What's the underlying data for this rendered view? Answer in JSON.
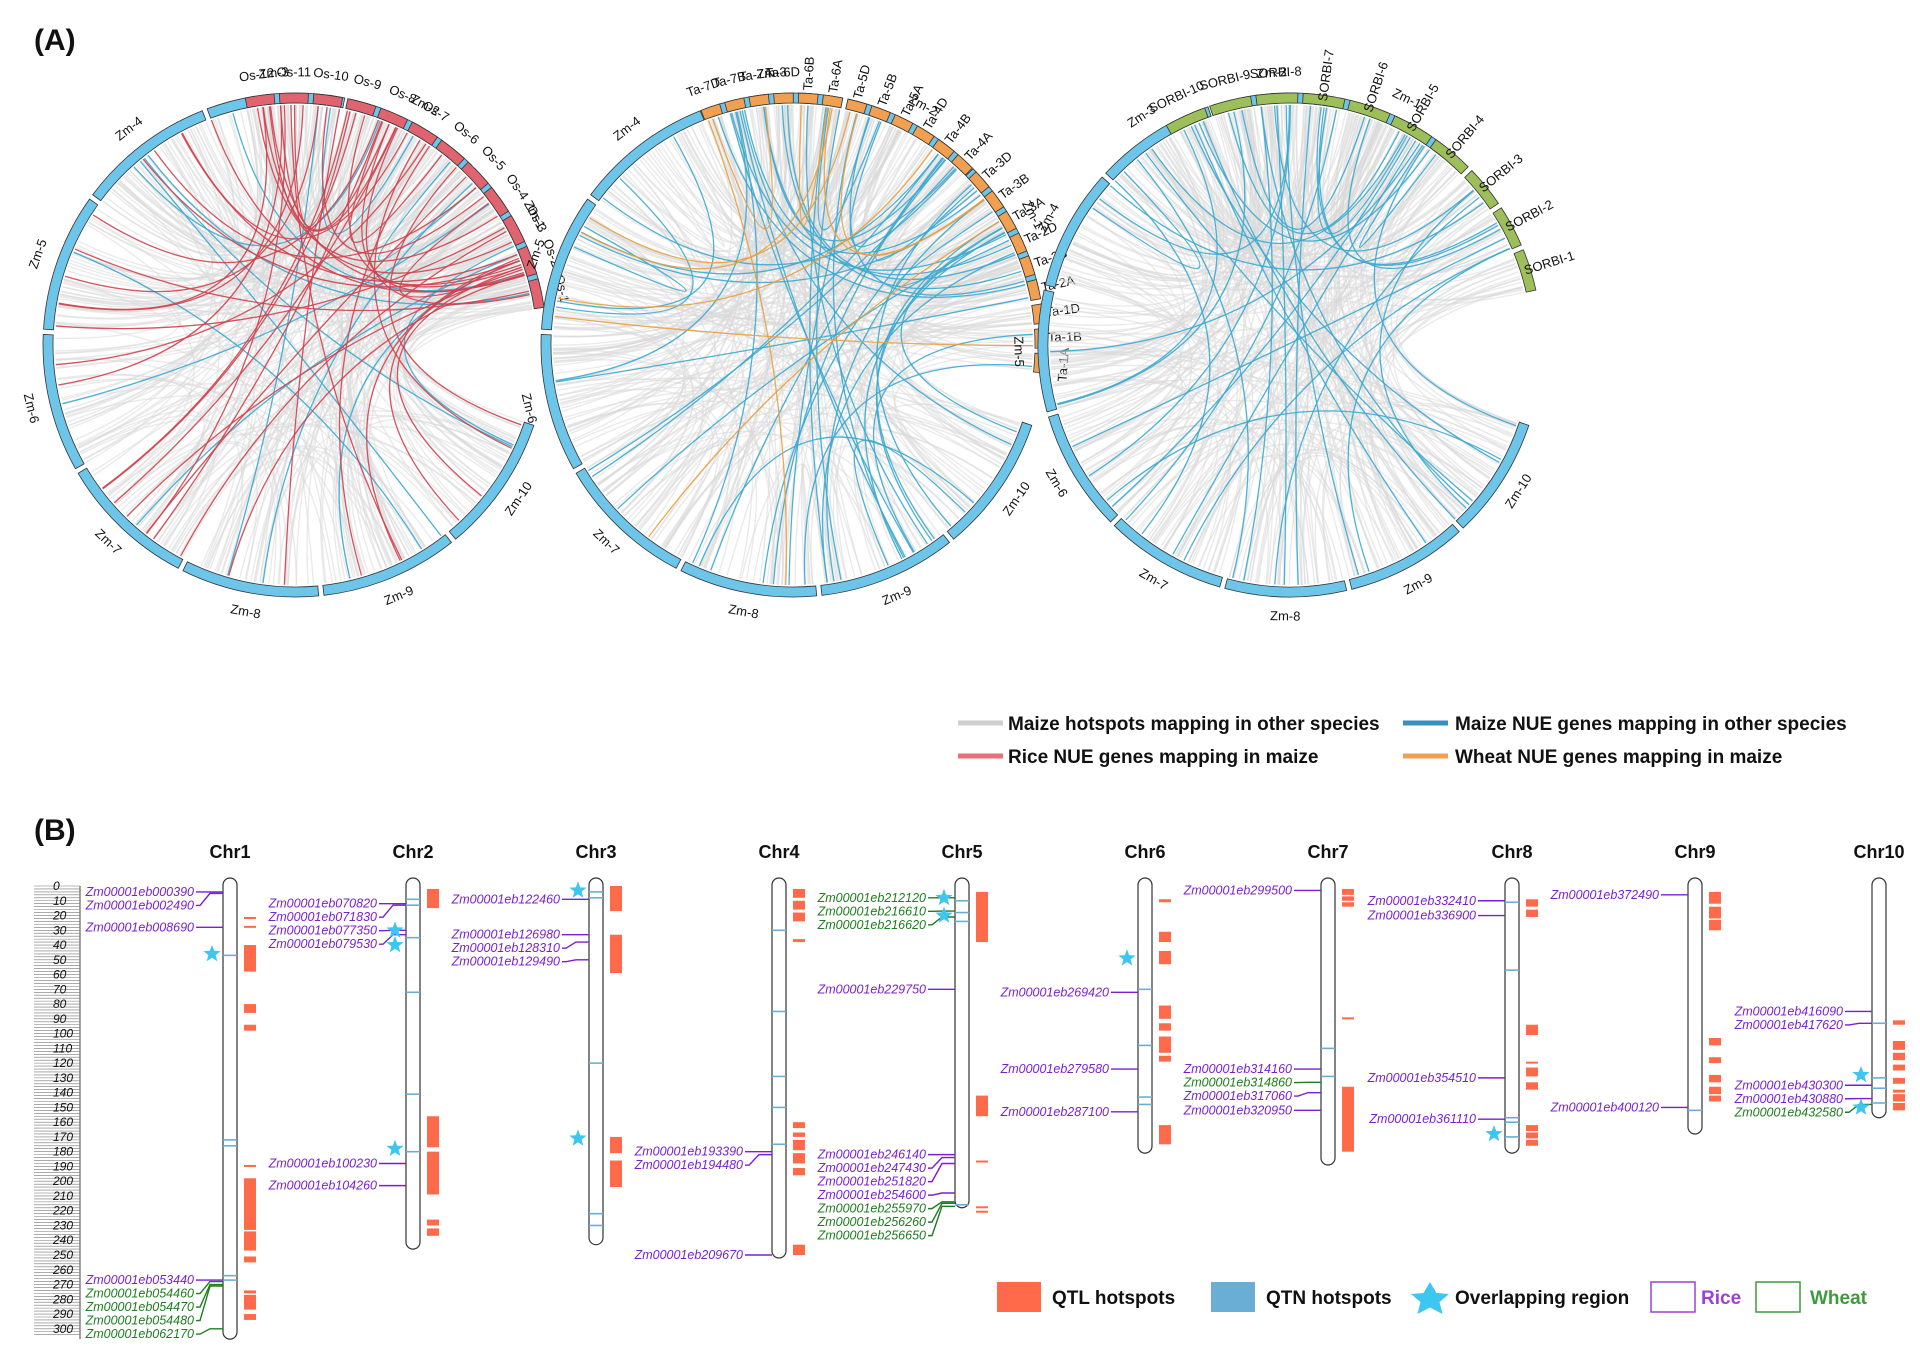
{
  "panel_a": {
    "label": "(A)",
    "circos": [
      {
        "id": "rice",
        "maize_chromosomes": [
          "Zm-1",
          "Zm-2",
          "Zm-3",
          "Zm-4",
          "Zm-5",
          "Zm-6",
          "Zm-7",
          "Zm-8",
          "Zm-9",
          "Zm-10"
        ],
        "other_chromosomes": [
          "Os-1",
          "Os-2",
          "Os-3",
          "Os-4",
          "Os-5",
          "Os-6",
          "Os-7",
          "Os-8",
          "Os-9",
          "Os-10",
          "Os-11",
          "Os-12"
        ],
        "other_color": "#e06470",
        "link_color": "#d0404c",
        "blue_links": 14,
        "colored_links": 42
      },
      {
        "id": "wheat",
        "maize_chromosomes": [
          "Zm-1",
          "Zm-2",
          "Zm-3",
          "Zm-4",
          "Zm-5",
          "Zm-6",
          "Zm-7",
          "Zm-8",
          "Zm-9",
          "Zm-10"
        ],
        "other_chromosomes": [
          "Ta-1A",
          "Ta-1B",
          "Ta-1D",
          "Ta-2A",
          "Ta-2B",
          "Ta-2D",
          "Ta-3A",
          "Ta-3B",
          "Ta-3D",
          "Ta-4A",
          "Ta-4B",
          "Ta-4D",
          "Ta-5A",
          "Ta-5B",
          "Ta-5D",
          "Ta-6A",
          "Ta-6B",
          "Ta-6D",
          "Ta-7A",
          "Ta-7B",
          "Ta-7D"
        ],
        "other_color": "#f0a050",
        "link_color": "#e8a040",
        "blue_links": 46,
        "colored_links": 10
      },
      {
        "id": "sorghum",
        "maize_chromosomes": [
          "Zm-1",
          "Zm-2",
          "Zm-3",
          "Zm-4",
          "Zm-5",
          "Zm-6",
          "Zm-7",
          "Zm-8",
          "Zm-9",
          "Zm-10"
        ],
        "other_chromosomes": [
          "SORBI-1",
          "SORBI-2",
          "SORBI-3",
          "SORBI-4",
          "SORBI-5",
          "SORBI-6",
          "SORBI-7",
          "SORBI-8",
          "SORBI-9",
          "SORBI-10"
        ],
        "other_color": "#9cbf5a",
        "link_color": "#42b0d0",
        "blue_links": 38,
        "colored_links": 0
      }
    ],
    "legend": [
      {
        "label": "Maize hotspots mapping in other species",
        "color": "#cfcfcf"
      },
      {
        "label": "Maize NUE genes mapping in other species",
        "color": "#3a8fc0"
      },
      {
        "label": "Rice NUE genes mapping in maize",
        "color": "#e8707a"
      },
      {
        "label": "Wheat NUE genes mapping in maize",
        "color": "#f0a050"
      }
    ],
    "colors": {
      "maize_band": "#6dc5ea",
      "hotspot_link": "#d8d8d8",
      "nue_link": "#3aa8d0"
    }
  },
  "panel_b": {
    "label": "(B)",
    "axis_ticks": [
      0,
      10,
      20,
      30,
      40,
      50,
      60,
      70,
      80,
      90,
      100,
      110,
      120,
      130,
      140,
      150,
      160,
      170,
      180,
      190,
      200,
      210,
      220,
      230,
      240,
      250,
      260,
      270,
      280,
      290,
      300
    ],
    "chromosomes": [
      {
        "name": "Chr1",
        "length": 307,
        "qtn": [
          47,
          172,
          176,
          264,
          267
        ],
        "qtl": [
          [
            21,
            22
          ],
          [
            27,
            28
          ],
          [
            40,
            58
          ],
          [
            80,
            86
          ],
          [
            94,
            98
          ],
          [
            189,
            190
          ],
          [
            198,
            233
          ],
          [
            234,
            247
          ],
          [
            251,
            255
          ],
          [
            274,
            276
          ],
          [
            277,
            287
          ],
          [
            290,
            294
          ]
        ],
        "stars": [
          46
        ],
        "genes": [
          {
            "id": "Zm00001eb000390",
            "pos": 4,
            "sp": "rice"
          },
          {
            "id": "Zm00001eb002490",
            "pos": 5,
            "sp": "rice"
          },
          {
            "id": "Zm00001eb008690",
            "pos": 28,
            "sp": "rice"
          },
          {
            "id": "Zm00001eb053440",
            "pos": 267,
            "sp": "rice"
          },
          {
            "id": "Zm00001eb054460",
            "pos": 268,
            "sp": "wheat"
          },
          {
            "id": "Zm00001eb054470",
            "pos": 270,
            "sp": "wheat"
          },
          {
            "id": "Zm00001eb054480",
            "pos": 271,
            "sp": "wheat"
          },
          {
            "id": "Zm00001eb062170",
            "pos": 300,
            "sp": "wheat"
          }
        ]
      },
      {
        "name": "Chr2",
        "length": 246,
        "qtn": [
          9,
          13,
          35,
          72,
          141,
          180
        ],
        "qtl": [
          [
            2,
            15
          ],
          [
            156,
            177
          ],
          [
            180,
            209
          ],
          [
            226,
            230
          ],
          [
            232,
            237
          ]
        ],
        "stars": [
          30,
          40,
          178
        ],
        "genes": [
          {
            "id": "Zm00001eb070820",
            "pos": 12,
            "sp": "rice"
          },
          {
            "id": "Zm00001eb071830",
            "pos": 13,
            "sp": "rice"
          },
          {
            "id": "Zm00001eb077350",
            "pos": 30,
            "sp": "rice"
          },
          {
            "id": "Zm00001eb079530",
            "pos": 33,
            "sp": "rice"
          },
          {
            "id": "Zm00001eb100230",
            "pos": 188,
            "sp": "rice"
          },
          {
            "id": "Zm00001eb104260",
            "pos": 203,
            "sp": "rice"
          }
        ]
      },
      {
        "name": "Chr3",
        "length": 243,
        "qtn": [
          4,
          8,
          120,
          222,
          230
        ],
        "qtl": [
          [
            0,
            17
          ],
          [
            33,
            59
          ],
          [
            170,
            181
          ],
          [
            186,
            204
          ]
        ],
        "stars": [
          3,
          171
        ],
        "genes": [
          {
            "id": "Zm00001eb122460",
            "pos": 9,
            "sp": "rice"
          },
          {
            "id": "Zm00001eb126980",
            "pos": 33,
            "sp": "rice"
          },
          {
            "id": "Zm00001eb128310",
            "pos": 38,
            "sp": "rice"
          },
          {
            "id": "Zm00001eb129490",
            "pos": 50,
            "sp": "rice"
          }
        ]
      },
      {
        "name": "Chr4",
        "length": 252,
        "qtn": [
          30,
          85,
          129,
          150,
          175
        ],
        "qtl": [
          [
            2,
            8
          ],
          [
            10,
            16
          ],
          [
            18,
            24
          ],
          [
            36,
            38
          ],
          [
            160,
            164
          ],
          [
            167,
            170
          ],
          [
            172,
            179
          ],
          [
            181,
            188
          ],
          [
            191,
            196
          ],
          [
            243,
            250
          ]
        ],
        "stars": [],
        "genes": [
          {
            "id": "Zm00001eb193390",
            "pos": 180,
            "sp": "rice"
          },
          {
            "id": "Zm00001eb194480",
            "pos": 182,
            "sp": "rice"
          },
          {
            "id": "Zm00001eb209670",
            "pos": 250,
            "sp": "rice"
          }
        ]
      },
      {
        "name": "Chr5",
        "length": 218,
        "qtn": [
          10,
          18,
          24,
          216
        ],
        "qtl": [
          [
            4,
            38
          ],
          [
            142,
            156
          ],
          [
            186,
            187
          ],
          [
            217,
            218
          ],
          [
            220,
            221
          ]
        ],
        "stars": [
          8,
          20
        ],
        "genes": [
          {
            "id": "Zm00001eb212120",
            "pos": 8,
            "sp": "wheat"
          },
          {
            "id": "Zm00001eb216610",
            "pos": 17,
            "sp": "wheat"
          },
          {
            "id": "Zm00001eb216620",
            "pos": 21,
            "sp": "wheat"
          },
          {
            "id": "Zm00001eb229750",
            "pos": 70,
            "sp": "rice"
          },
          {
            "id": "Zm00001eb246140",
            "pos": 182,
            "sp": "rice"
          },
          {
            "id": "Zm00001eb247430",
            "pos": 184,
            "sp": "rice"
          },
          {
            "id": "Zm00001eb251820",
            "pos": 188,
            "sp": "rice"
          },
          {
            "id": "Zm00001eb254600",
            "pos": 208,
            "sp": "rice"
          },
          {
            "id": "Zm00001eb255970",
            "pos": 214,
            "sp": "wheat"
          },
          {
            "id": "Zm00001eb256260",
            "pos": 215,
            "sp": "wheat"
          },
          {
            "id": "Zm00001eb256650",
            "pos": 217,
            "sp": "wheat"
          }
        ]
      },
      {
        "name": "Chr6",
        "length": 181,
        "qtn": [
          70,
          108,
          143,
          148
        ],
        "qtl": [
          [
            9,
            11
          ],
          [
            31,
            38
          ],
          [
            44,
            53
          ],
          [
            81,
            90
          ],
          [
            93,
            98
          ],
          [
            102,
            113
          ],
          [
            115,
            119
          ],
          [
            162,
            175
          ]
        ],
        "stars": [
          49
        ],
        "genes": [
          {
            "id": "Zm00001eb269420",
            "pos": 72,
            "sp": "rice"
          },
          {
            "id": "Zm00001eb279580",
            "pos": 124,
            "sp": "rice"
          },
          {
            "id": "Zm00001eb287100",
            "pos": 153,
            "sp": "rice"
          }
        ]
      },
      {
        "name": "Chr7",
        "length": 189,
        "qtn": [
          110,
          129
        ],
        "qtl": [
          [
            2,
            6
          ],
          [
            7,
            10
          ],
          [
            11,
            14
          ],
          [
            89,
            90
          ],
          [
            136,
            180
          ]
        ],
        "stars": [],
        "genes": [
          {
            "id": "Zm00001eb299500",
            "pos": 3,
            "sp": "rice"
          },
          {
            "id": "Zm00001eb314160",
            "pos": 124,
            "sp": "rice"
          },
          {
            "id": "Zm00001eb314860",
            "pos": 133,
            "sp": "wheat"
          },
          {
            "id": "Zm00001eb317060",
            "pos": 140,
            "sp": "rice"
          },
          {
            "id": "Zm00001eb320950",
            "pos": 152,
            "sp": "rice"
          }
        ]
      },
      {
        "name": "Chr8",
        "length": 181,
        "qtn": [
          11,
          57,
          157,
          160,
          170
        ],
        "qtl": [
          [
            9,
            14
          ],
          [
            16,
            21
          ],
          [
            94,
            101
          ],
          [
            119,
            120
          ],
          [
            123,
            129
          ],
          [
            133,
            138
          ],
          [
            162,
            166
          ],
          [
            167,
            171
          ],
          [
            172,
            176
          ]
        ],
        "stars": [
          168
        ],
        "genes": [
          {
            "id": "Zm00001eb332410",
            "pos": 10,
            "sp": "rice"
          },
          {
            "id": "Zm00001eb336900",
            "pos": 20,
            "sp": "rice"
          },
          {
            "id": "Zm00001eb354510",
            "pos": 130,
            "sp": "rice"
          },
          {
            "id": "Zm00001eb361110",
            "pos": 158,
            "sp": "rice"
          }
        ]
      },
      {
        "name": "Chr9",
        "length": 168,
        "qtn": [
          152
        ],
        "qtl": [
          [
            4,
            12
          ],
          [
            14,
            22
          ],
          [
            23,
            30
          ],
          [
            103,
            108
          ],
          [
            116,
            120
          ],
          [
            128,
            133
          ],
          [
            136,
            141
          ],
          [
            142,
            146
          ]
        ],
        "stars": [],
        "genes": [
          {
            "id": "Zm00001eb372490",
            "pos": 6,
            "sp": "rice"
          },
          {
            "id": "Zm00001eb400120",
            "pos": 150,
            "sp": "rice"
          }
        ]
      },
      {
        "name": "Chr10",
        "length": 157,
        "qtn": [
          93,
          130,
          137,
          147
        ],
        "qtl": [
          [
            91,
            94
          ],
          [
            105,
            111
          ],
          [
            113,
            118
          ],
          [
            121,
            125
          ],
          [
            130,
            134
          ],
          [
            138,
            140
          ],
          [
            141,
            146
          ],
          [
            147,
            152
          ]
        ],
        "stars": [
          128,
          150
        ],
        "genes": [
          {
            "id": "Zm00001eb416090",
            "pos": 85,
            "sp": "rice"
          },
          {
            "id": "Zm00001eb417620",
            "pos": 93,
            "sp": "rice"
          },
          {
            "id": "Zm00001eb430300",
            "pos": 135,
            "sp": "rice"
          },
          {
            "id": "Zm00001eb430880",
            "pos": 144,
            "sp": "rice"
          },
          {
            "id": "Zm00001eb432580",
            "pos": 148,
            "sp": "wheat"
          }
        ]
      }
    ],
    "legend": [
      {
        "label": "QTL hotspots",
        "kind": "qtl",
        "color": "#ff6b4a"
      },
      {
        "label": "QTN hotspots",
        "kind": "qtn",
        "color": "#6aaed6"
      },
      {
        "label": "Overlapping region",
        "kind": "star",
        "color": "#3cc6f0"
      },
      {
        "label": "Rice",
        "kind": "rice",
        "color": "#9b42d4"
      },
      {
        "label": "Wheat",
        "kind": "wheat",
        "color": "#3c9c3c"
      }
    ],
    "colors": {
      "rice": "#7b1fd0",
      "wheat": "#1e7d1e",
      "qtl": "#ff6b4a",
      "qtn": "#6aaed6",
      "star": "#3cc6f0"
    }
  }
}
